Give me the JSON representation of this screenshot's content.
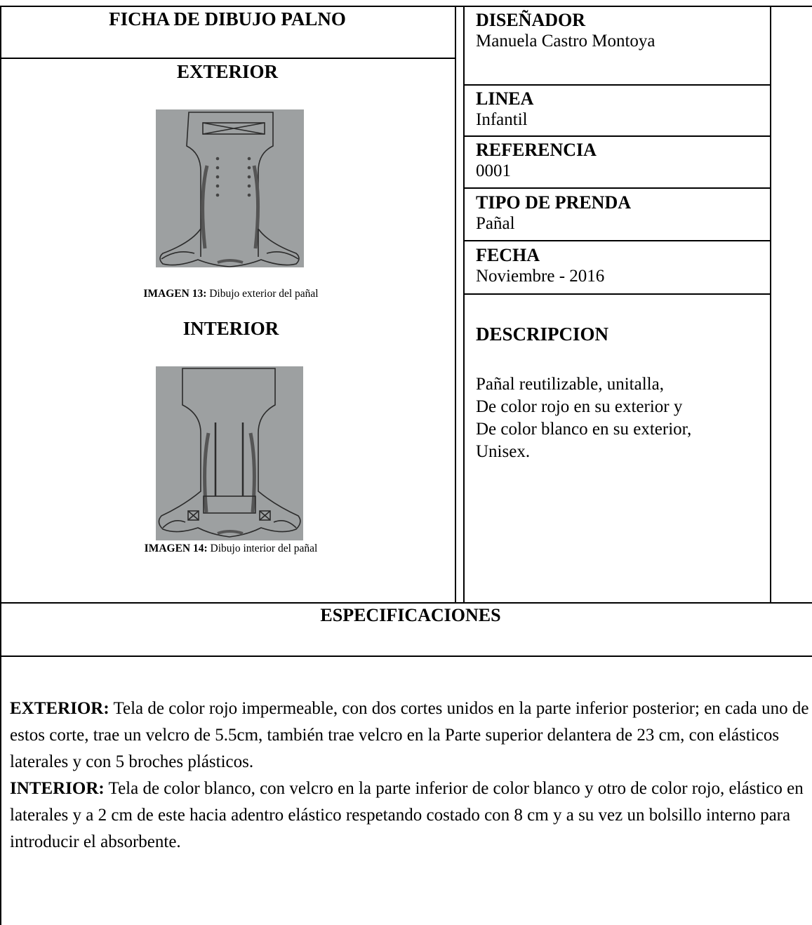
{
  "header": {
    "title": "FICHA DE DIBUJO PALNO"
  },
  "exterior": {
    "heading": "EXTERIOR",
    "caption_label": "IMAGEN 13:",
    "caption_text": " Dibujo exterior del pañal"
  },
  "interior": {
    "heading": "INTERIOR",
    "caption_label": "IMAGEN 14:",
    "caption_text": " Dibujo interior del pañal"
  },
  "info": {
    "disenador_label": "DISEÑADOR",
    "disenador_value": "Manuela Castro Montoya",
    "linea_label": "LINEA",
    "linea_value": "Infantil",
    "referencia_label": "REFERENCIA",
    "referencia_value": "0001",
    "tipo_label": "TIPO DE PRENDA",
    "tipo_value": "Pañal",
    "fecha_label": "FECHA",
    "fecha_value": "Noviembre - 2016",
    "descripcion_label": "DESCRIPCION",
    "descripcion_lines": [
      "Pañal reutilizable, unitalla,",
      "De color rojo en su exterior y",
      "De color blanco en su exterior,",
      "Unisex."
    ]
  },
  "specs": {
    "heading": "ESPECIFICACIONES",
    "exterior_label": "EXTERIOR:",
    "exterior_text": " Tela de color rojo impermeable, con dos cortes unidos en la parte inferior posterior; en cada uno de estos corte, trae un velcro de 5.5cm, también trae velcro en la Parte superior delantera de 23 cm, con elásticos laterales y con 5 broches plásticos.",
    "interior_label": "INTERIOR:",
    "interior_text": " Tela de color blanco, con velcro en la parte inferior de color blanco y otro de color rojo, elástico en laterales y a 2 cm de este hacia adentro elástico respetando costado con 8 cm y a su vez un bolsillo interno para introducir el  absorbente."
  },
  "colors": {
    "drawing_bg": "#9da0a1",
    "line": "#000000"
  }
}
